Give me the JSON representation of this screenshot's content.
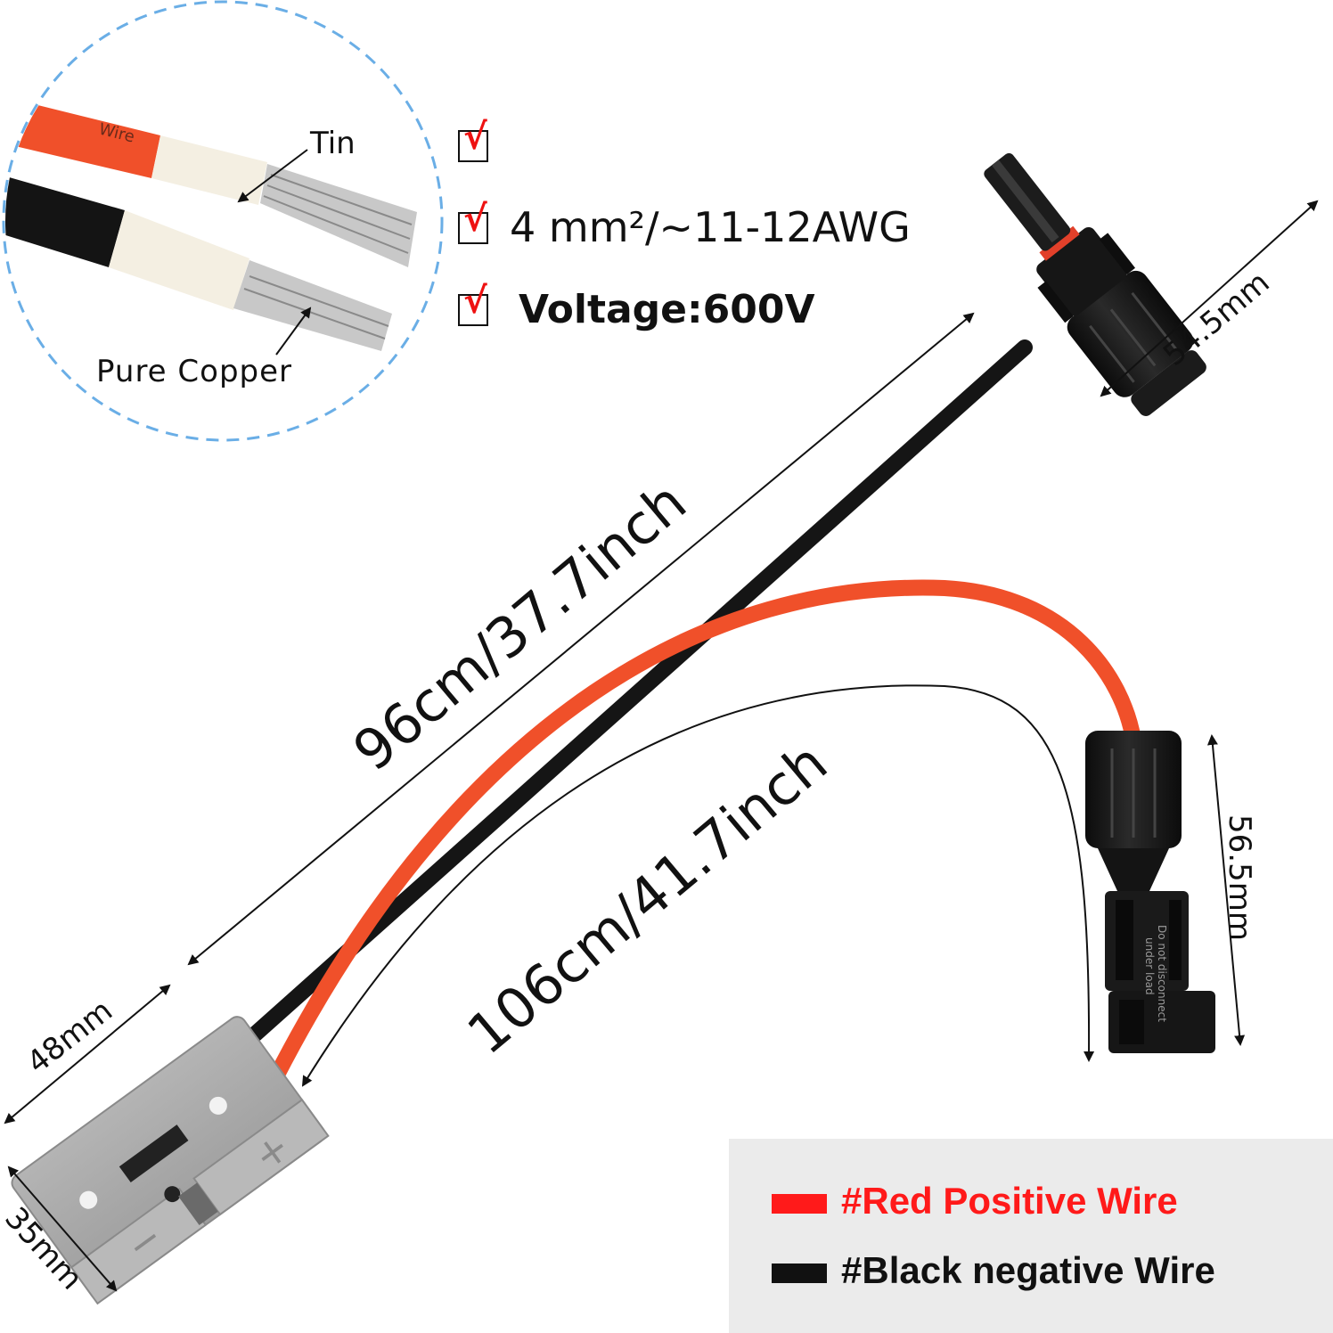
{
  "inset": {
    "tin_label": "Tin",
    "copper_label": "Pure Copper",
    "jacket_print": "Wire"
  },
  "specs": [
    {
      "text": ""
    },
    {
      "text": "4 mm²/~11-12AWG"
    },
    {
      "text": "Voltage:600V"
    }
  ],
  "dimensions": {
    "black_length": "96cm/37.7inch",
    "red_length": "106cm/41.7inch",
    "mc4_male_length": "54.5mm",
    "mc4_female_length": "56.5mm",
    "anderson_width": "48mm",
    "anderson_height": "35mm"
  },
  "connector": {
    "warning_line1": "Do not disconnect",
    "warning_line2": "under load"
  },
  "legend": {
    "red_label": "#Red Positive Wire",
    "black_label": "#Black negative Wire"
  },
  "colors": {
    "red_wire": "#f0502a",
    "black_wire": "#151515",
    "connector_gray": "#a7a7a7",
    "check_red": "#ee1111",
    "legend_red": "#ff1a1a",
    "inset_border": "#6aaee6"
  }
}
